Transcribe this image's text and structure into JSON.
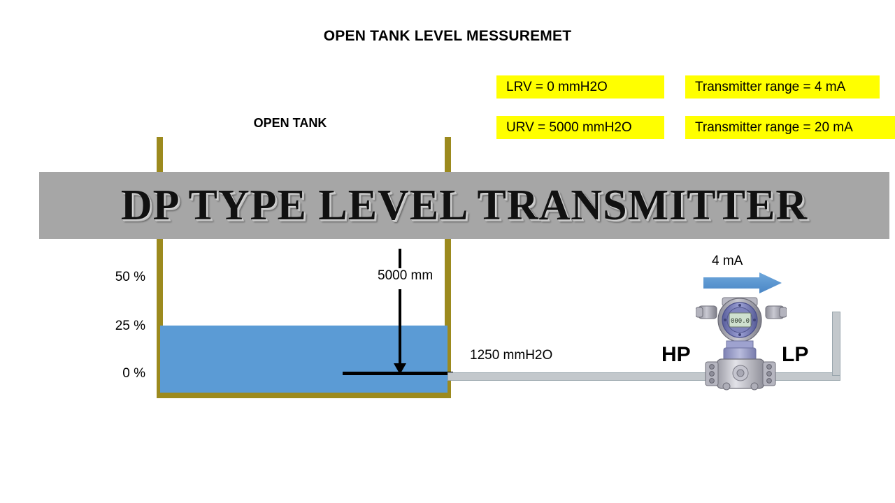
{
  "title": "OPEN TANK LEVEL MESSUREMET",
  "banner": {
    "text": "DP TYPE LEVEL TRANSMITTER",
    "background_color": "#A6A6A6"
  },
  "callouts": [
    {
      "name": "lrv",
      "text": "LRV = 0 mmH2O"
    },
    {
      "name": "urv",
      "text": "URV = 5000 mmH2O"
    },
    {
      "name": "range_low",
      "text": "Transmitter range = 4 mA"
    },
    {
      "name": "range_high",
      "text": "Transmitter range = 20 mA"
    }
  ],
  "tank": {
    "label": "OPEN TANK",
    "wall_color": "#9C8A1E",
    "liquid_color": "#5B9BD5",
    "scale": [
      {
        "value": "50 %"
      },
      {
        "value": "25 %"
      },
      {
        "value": "0 %"
      }
    ],
    "height_dimension": "5000 mm"
  },
  "measurement": {
    "head_pressure": "1250 mmH2O"
  },
  "transmitter": {
    "hp_label": "HP",
    "lp_label": "LP",
    "signal_label": "4 mA",
    "display_value": "000.0",
    "arrow_color": "#5B9BD5"
  }
}
